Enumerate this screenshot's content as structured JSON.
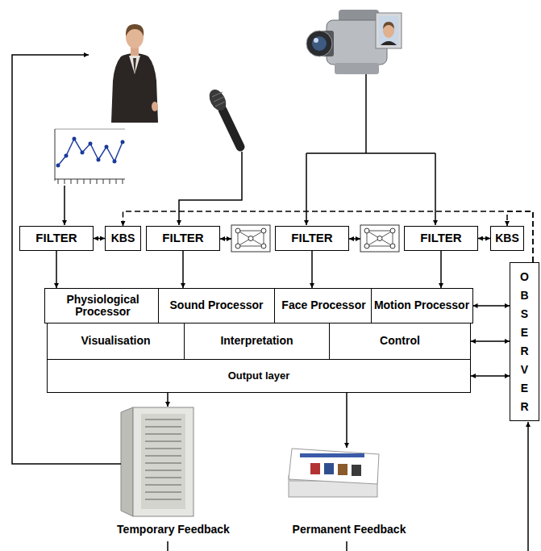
{
  "diagram": {
    "nodes": [
      {
        "text": [
          "FILTER"
        ]
      },
      {
        "text": [
          "KBS"
        ]
      },
      {
        "text": [
          "FILTER"
        ]
      },
      {
        "text": [
          "FILTER"
        ]
      },
      {
        "text": [
          "FILTER"
        ]
      },
      {
        "text": [
          "KBS"
        ]
      },
      {
        "text": [
          "Physiological Processor"
        ]
      },
      {
        "text": [
          "Sound Processor"
        ]
      },
      {
        "text": [
          "Face Processor"
        ]
      },
      {
        "text": [
          "Motion Processor"
        ]
      },
      {
        "text": [
          "Visualisation"
        ]
      },
      {
        "text": [
          "Interpretation"
        ]
      },
      {
        "text": [
          "Control"
        ]
      },
      {
        "text": [
          "Output layer"
        ]
      },
      {
        "text": [
          "OBSERVER"
        ]
      }
    ],
    "edges": [
      {
        "from": 0,
        "to": 1,
        "arrow": "both"
      },
      {
        "from": 4,
        "to": 5,
        "arrow": "both"
      },
      {
        "from": 0,
        "to": 6,
        "arrow": "to"
      },
      {
        "from": 2,
        "to": 7,
        "arrow": "to"
      },
      {
        "from": 3,
        "to": 8,
        "arrow": "to"
      },
      {
        "from": 4,
        "to": 9,
        "arrow": "to"
      },
      {
        "from": 9,
        "to": 14,
        "arrow": "both"
      },
      {
        "from": 12,
        "to": 14,
        "arrow": "both"
      },
      {
        "from": 13,
        "to": 14,
        "arrow": "both"
      },
      {
        "from": 14,
        "to": 1,
        "arrow": "to"
      },
      {
        "from": 14,
        "to": 5,
        "arrow": "to"
      }
    ],
    "labels": [
      "Temporary Feedback",
      "Permanent Feedback"
    ]
  }
}
